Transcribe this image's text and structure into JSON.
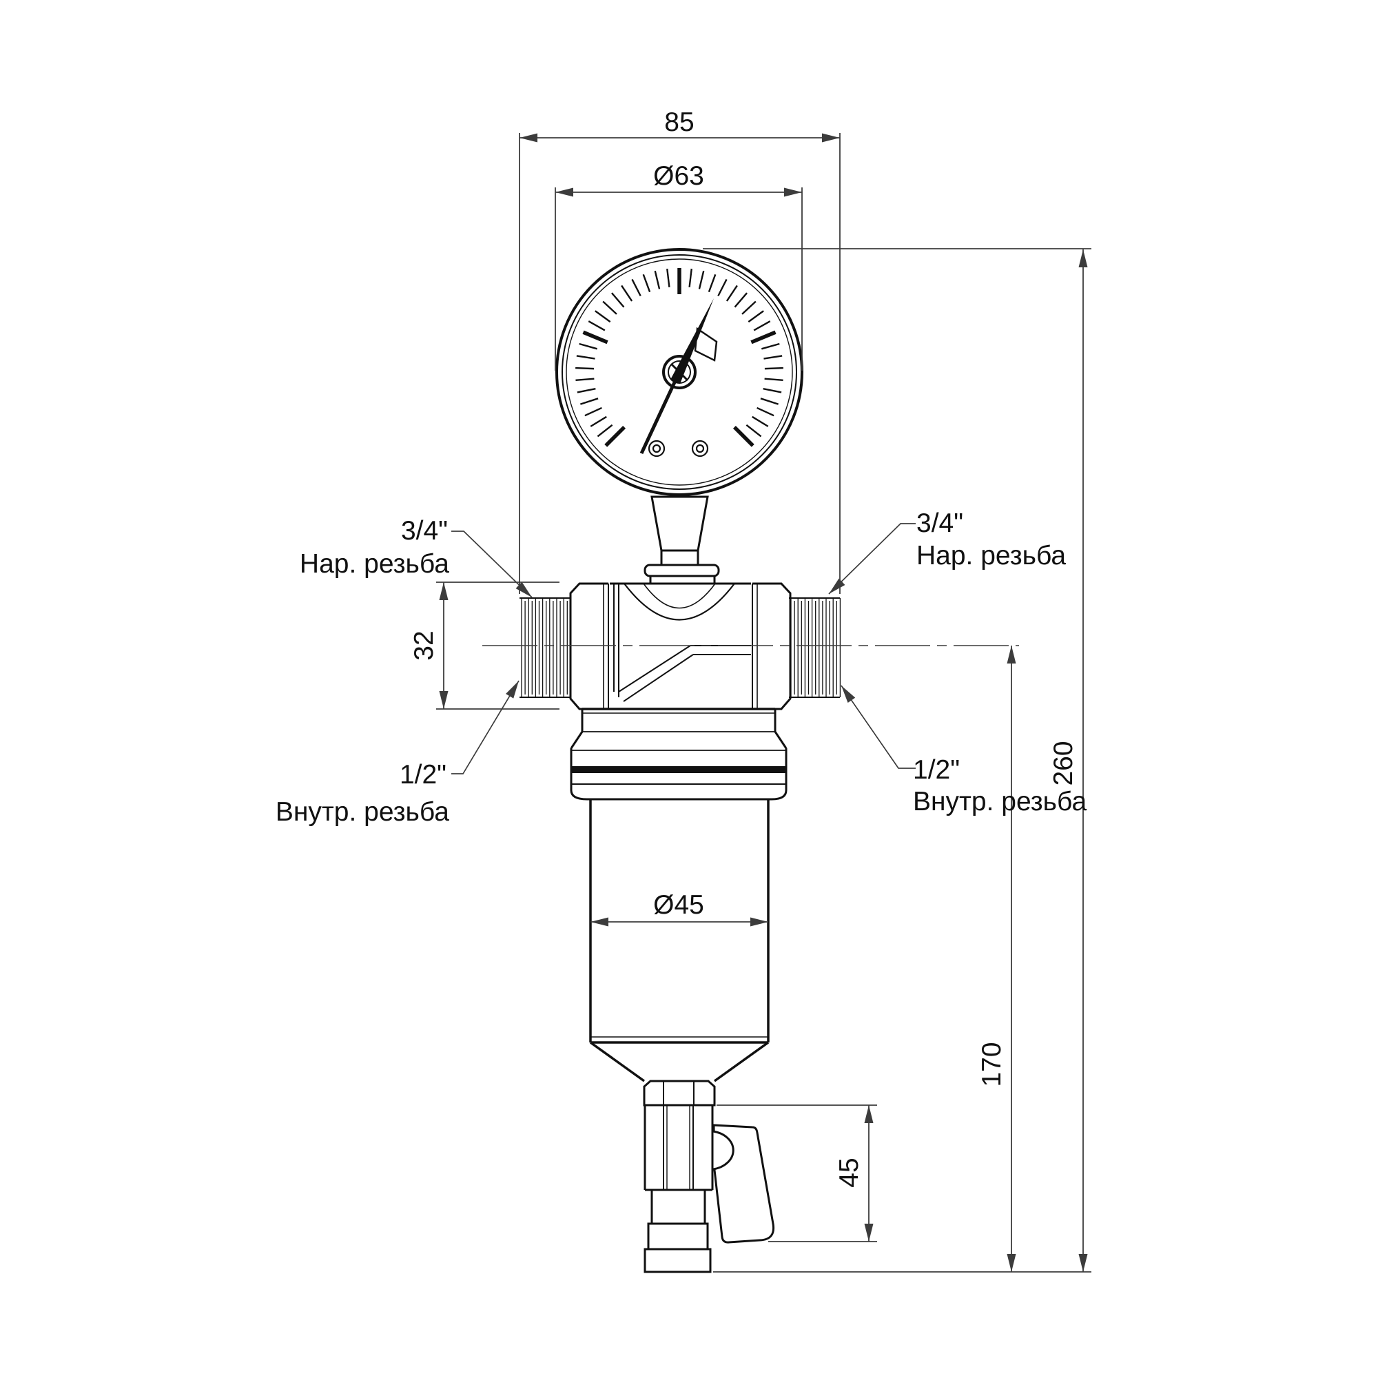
{
  "drawing": {
    "type": "technical-dimension-drawing",
    "subject": "self-cleaning water filter with pressure gauge",
    "background_color": "#ffffff",
    "outline_color": "#111111",
    "dimension_color": "#3c3c3c",
    "dimensions": {
      "top_width": "85",
      "gauge_diameter": "Ø63",
      "thread_section_height": "32",
      "bowl_diameter": "Ø45",
      "drain_section_height": "45",
      "body_to_bottom_height": "170",
      "total_height": "260"
    },
    "labels": {
      "left_top": {
        "size": "3/4\"",
        "type": "Нар. резьба"
      },
      "right_top": {
        "size": "3/4\"",
        "type": "Нар. резьба"
      },
      "left_bottom": {
        "size": "1/2\"",
        "type": "Внутр. резьба"
      },
      "right_bottom": {
        "size": "1/2\"",
        "type": "Внутр. резьба"
      }
    }
  }
}
